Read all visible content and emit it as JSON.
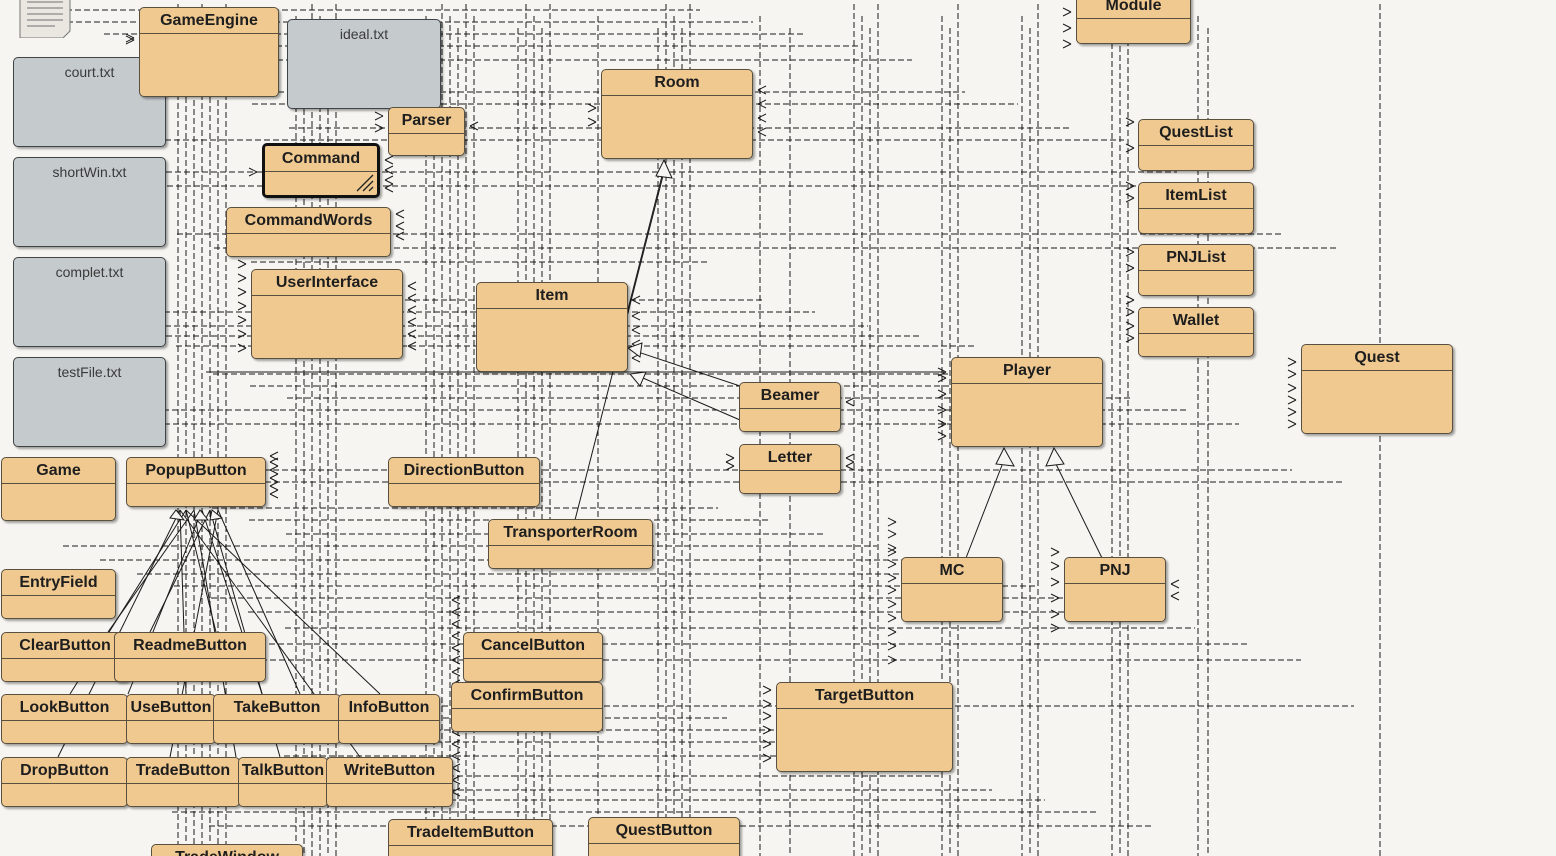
{
  "diagram": {
    "note_icon": "readme-note-icon",
    "text_files": [
      {
        "id": "court",
        "label": "court.txt"
      },
      {
        "id": "ideal",
        "label": "ideal.txt"
      },
      {
        "id": "shortwin",
        "label": "shortWin.txt"
      },
      {
        "id": "complet",
        "label": "complet.txt"
      },
      {
        "id": "testfile",
        "label": "testFile.txt"
      }
    ],
    "classes": [
      {
        "id": "gameengine",
        "label": "GameEngine"
      },
      {
        "id": "module",
        "label": "Module"
      },
      {
        "id": "room",
        "label": "Room"
      },
      {
        "id": "parser",
        "label": "Parser"
      },
      {
        "id": "command",
        "label": "Command",
        "selected": true
      },
      {
        "id": "commandwords",
        "label": "CommandWords"
      },
      {
        "id": "questlist",
        "label": "QuestList"
      },
      {
        "id": "itemlist",
        "label": "ItemList"
      },
      {
        "id": "pnjlist",
        "label": "PNJList"
      },
      {
        "id": "wallet",
        "label": "Wallet"
      },
      {
        "id": "userinterface",
        "label": "UserInterface"
      },
      {
        "id": "item",
        "label": "Item"
      },
      {
        "id": "player",
        "label": "Player"
      },
      {
        "id": "quest",
        "label": "Quest"
      },
      {
        "id": "beamer",
        "label": "Beamer"
      },
      {
        "id": "letter",
        "label": "Letter"
      },
      {
        "id": "game",
        "label": "Game"
      },
      {
        "id": "popupbutton",
        "label": "PopupButton"
      },
      {
        "id": "directionbutton",
        "label": "DirectionButton"
      },
      {
        "id": "transporterroom",
        "label": "TransporterRoom"
      },
      {
        "id": "mc",
        "label": "MC"
      },
      {
        "id": "pnj",
        "label": "PNJ"
      },
      {
        "id": "entryfield",
        "label": "EntryField"
      },
      {
        "id": "clearbutton",
        "label": "ClearButton"
      },
      {
        "id": "readmebutton",
        "label": "ReadmeButton"
      },
      {
        "id": "cancelbutton",
        "label": "CancelButton"
      },
      {
        "id": "confirmbutton",
        "label": "ConfirmButton"
      },
      {
        "id": "targetbutton",
        "label": "TargetButton"
      },
      {
        "id": "lookbutton",
        "label": "LookButton"
      },
      {
        "id": "usebutton",
        "label": "UseButton"
      },
      {
        "id": "takebutton",
        "label": "TakeButton"
      },
      {
        "id": "infobutton",
        "label": "InfoButton"
      },
      {
        "id": "dropbutton",
        "label": "DropButton"
      },
      {
        "id": "tradebutton",
        "label": "TradeButton"
      },
      {
        "id": "talkbutton",
        "label": "TalkButton"
      },
      {
        "id": "writebutton",
        "label": "WriteButton"
      },
      {
        "id": "tradeitembutton",
        "label": "TradeItemButton"
      },
      {
        "id": "questbutton",
        "label": "QuestButton"
      },
      {
        "id": "tradewindow",
        "label": "TradeWindow"
      }
    ],
    "colors": {
      "background": "#f6f5f1",
      "class_fill": "#f0c990",
      "file_fill": "#c5cacc",
      "line": "#1a1a1a"
    }
  }
}
